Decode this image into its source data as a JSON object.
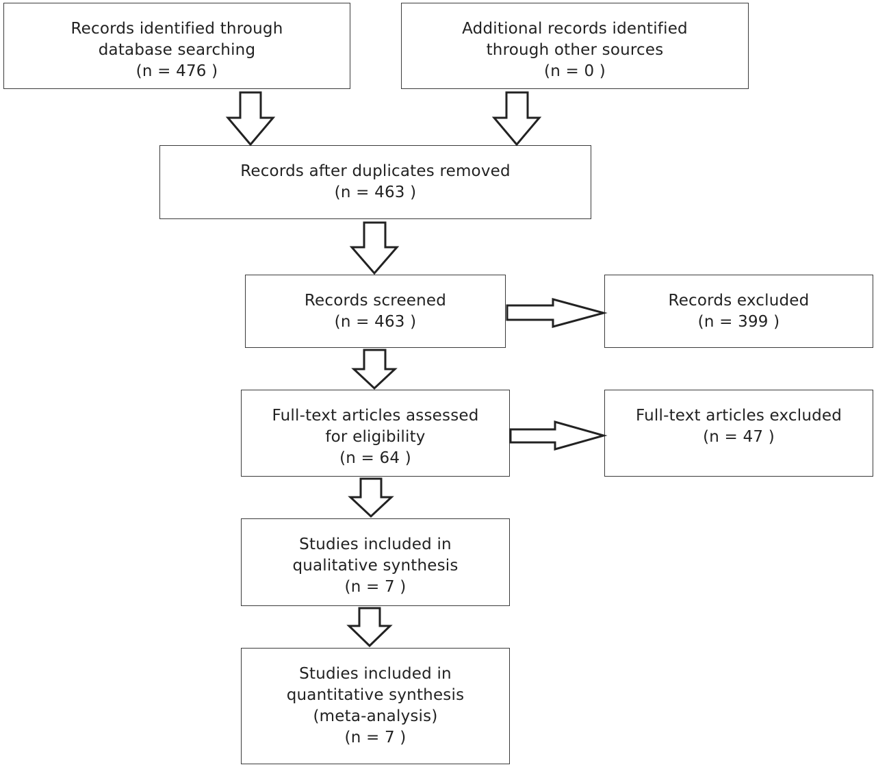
{
  "boxes": {
    "identified_db": {
      "lines": [
        "Records identified through",
        "database searching",
        "(n =  476 )"
      ]
    },
    "identified_other": {
      "lines": [
        "Additional records identified",
        "through other sources",
        "(n =  0 )"
      ]
    },
    "after_duplicates": {
      "lines": [
        "Records after duplicates removed",
        "(n =  463 )"
      ]
    },
    "screened": {
      "lines": [
        "Records screened",
        "(n =  463 )"
      ]
    },
    "excluded": {
      "lines": [
        "Records excluded",
        "(n =  399 )"
      ]
    },
    "fulltext_assessed": {
      "lines": [
        "Full-text articles assessed",
        "for eligibility",
        "(n =  64 )"
      ]
    },
    "fulltext_excluded": {
      "lines": [
        "Full-text articles excluded",
        "(n =  47 )"
      ]
    },
    "qualitative": {
      "lines": [
        "Studies included in",
        "qualitative synthesis",
        "(n = 7 )"
      ]
    },
    "quantitative": {
      "lines": [
        "Studies included in",
        "quantitative synthesis",
        "(meta-analysis)",
        "(n = 7 )"
      ]
    }
  },
  "colors": {
    "border": "#3a3a3a",
    "text": "#222222",
    "background": "#ffffff"
  }
}
